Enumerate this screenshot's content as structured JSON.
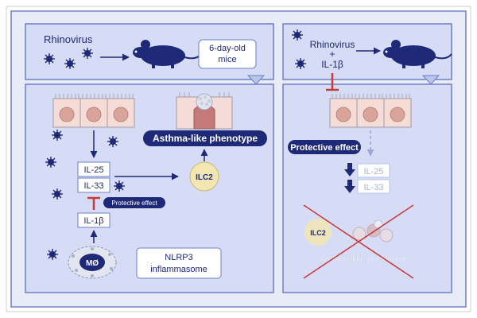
{
  "colors": {
    "frame": "#e8ecf8",
    "panel_border": "#6f7fc8",
    "panel_fill": "#d6dcf6",
    "navy": "#1e2a78",
    "red": "#c63a3a",
    "cell_fill": "#f6dcd6",
    "nucleus": "#d9a49a",
    "faded": "#b8c4e8"
  },
  "left": {
    "virus_label": "Rhinovirus",
    "mice_label_1": "6-day-old",
    "mice_label_2": "mice",
    "phenotype": "Asthma-like phenotype",
    "cytokine_1": "IL-25",
    "cytokine_2": "IL-33",
    "cytokine_3": "IL-1β",
    "ilc": "ILC2",
    "macrophage": "MØ",
    "protective": "Protective effect",
    "inflammasome_1": "NLRP3",
    "inflammasome_2": "inflammasome"
  },
  "right": {
    "virus_label": "Rhinovirus",
    "plus": "+",
    "cytokine": "IL-1β",
    "protective": "Protective effect",
    "cytokine_1": "IL-25",
    "cytokine_2": "IL-33",
    "ilc": "ILC2",
    "phenotype": "Asthma-like phenotype"
  },
  "icons": [
    "virus-icon",
    "mouse-icon",
    "epithelial-cell-icon",
    "macrophage-icon",
    "inhibition-icon",
    "cross-out-icon"
  ]
}
